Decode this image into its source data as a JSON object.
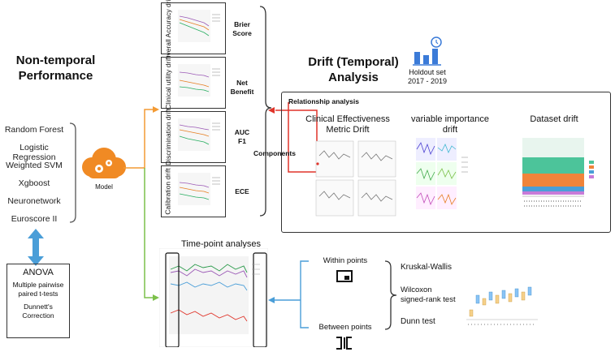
{
  "left_title": "Non-temporal\nPerformance",
  "models": [
    "Random Forest",
    "Logistic Regression",
    "Weighted SVM",
    "Xgboost",
    "Neuronetwork",
    "Euroscore II"
  ],
  "model_label": "Model",
  "stats_box": {
    "title": "ANOVA",
    "line1": "Multiple pairwise\npaired t-tests",
    "line2": "Dunnett's\nCorrection"
  },
  "drift_boxes": [
    {
      "label": "Overall Accuracy\ndrift",
      "metric": "Brier\nScore"
    },
    {
      "label": "Clinical utility\ndrift",
      "metric": "Net\nBenefit"
    },
    {
      "label": "Discrimination\ndrift",
      "metric": "AUC\nF1"
    },
    {
      "label": "Calibration drift",
      "metric": "ECE"
    }
  ],
  "components_label": "Components",
  "right_title": "Drift (Temporal)\nAnalysis",
  "holdout": "Holdout set\n2017 - 2019",
  "relationship": {
    "title": "Relationship analysis",
    "col1": "Clinical Effectiveness\nMetric Drift",
    "col2": "variable importance\ndrift",
    "col3": "Dataset drift"
  },
  "timepoint_title": "Time-point analyses",
  "within_label": "Within points",
  "between_label": "Between points",
  "tests": [
    "Kruskal-Wallis",
    "Wilcoxon\nsigned-rank test",
    "Dunn test"
  ],
  "colors": {
    "arrow_orange": "#f39a33",
    "arrow_green": "#7cc04a",
    "arrow_red": "#e0342a",
    "arrow_blue": "#4a9ed8",
    "cloud": "#f08a24"
  }
}
